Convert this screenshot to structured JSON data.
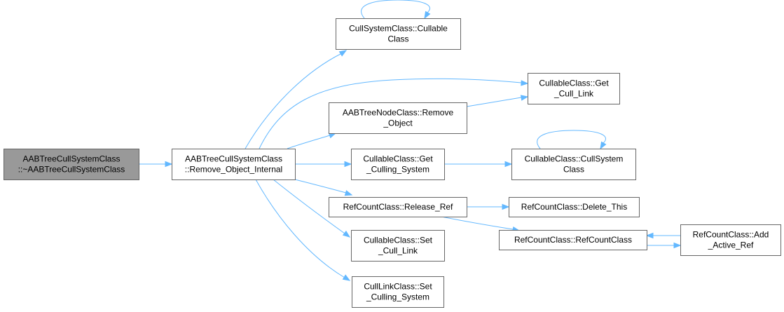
{
  "graph": {
    "colors": {
      "edge": "#63b8ff",
      "node_border": "#666666",
      "root_fill": "#999999",
      "node_fill": "#ffffff"
    },
    "nodes": [
      {
        "id": "n0",
        "lines": [
          "AABTreeCullSystemClass",
          "::~AABTreeCullSystemClass"
        ],
        "root": true
      },
      {
        "id": "n1",
        "lines": [
          "AABTreeCullSystemClass",
          "::Remove_Object_Internal"
        ]
      },
      {
        "id": "n2",
        "lines": [
          "CullSystemClass::Cullable",
          "Class"
        ]
      },
      {
        "id": "n3",
        "lines": [
          "CullableClass::Get",
          "_Cull_Link"
        ]
      },
      {
        "id": "n4",
        "lines": [
          "AABTreeNodeClass::Remove",
          "_Object"
        ]
      },
      {
        "id": "n5",
        "lines": [
          "CullableClass::Get",
          "_Culling_System"
        ]
      },
      {
        "id": "n6",
        "lines": [
          "CullableClass::CullSystem",
          "Class"
        ]
      },
      {
        "id": "n7",
        "lines": [
          "RefCountClass::Release_Ref"
        ]
      },
      {
        "id": "n8",
        "lines": [
          "RefCountClass::Delete_This"
        ]
      },
      {
        "id": "n9",
        "lines": [
          "CullableClass::Set",
          "_Cull_Link"
        ]
      },
      {
        "id": "n10",
        "lines": [
          "RefCountClass::RefCountClass"
        ]
      },
      {
        "id": "n11",
        "lines": [
          "RefCountClass::Add",
          "_Active_Ref"
        ]
      },
      {
        "id": "n12",
        "lines": [
          "CullLinkClass::Set",
          "_Culling_System"
        ]
      }
    ],
    "edges": [
      {
        "from": "n0",
        "to": "n1"
      },
      {
        "from": "n1",
        "to": "n2"
      },
      {
        "from": "n1",
        "to": "n3"
      },
      {
        "from": "n1",
        "to": "n4"
      },
      {
        "from": "n1",
        "to": "n5"
      },
      {
        "from": "n1",
        "to": "n7"
      },
      {
        "from": "n1",
        "to": "n9"
      },
      {
        "from": "n1",
        "to": "n12"
      },
      {
        "from": "n2",
        "to": "n2"
      },
      {
        "from": "n4",
        "to": "n3"
      },
      {
        "from": "n5",
        "to": "n6"
      },
      {
        "from": "n6",
        "to": "n6"
      },
      {
        "from": "n7",
        "to": "n8"
      },
      {
        "from": "n7",
        "to": "n10"
      },
      {
        "from": "n10",
        "to": "n11"
      },
      {
        "from": "n11",
        "to": "n10"
      }
    ]
  }
}
